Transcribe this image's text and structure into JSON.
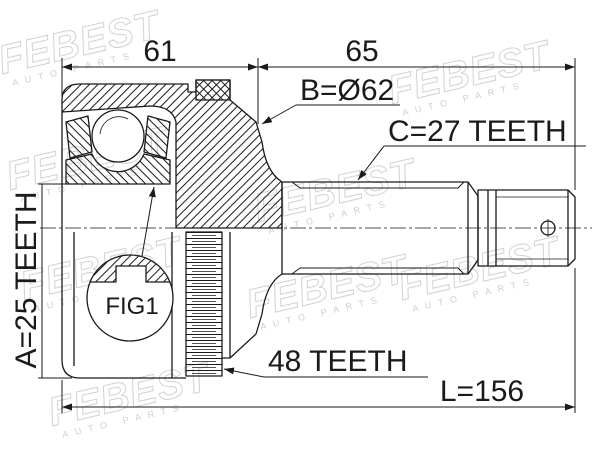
{
  "watermark": {
    "name": "FEBEST",
    "tagline": "AUTO PARTS"
  },
  "dimensions": {
    "section_1": "61",
    "section_2": "65",
    "overall_length": "L=156"
  },
  "labels": {
    "outer_diameter": "B=Ø62",
    "outer_spline_teeth": "C=27 TEETH",
    "inner_spline_teeth": "A=25 TEETH",
    "abs_ring_teeth": "48 TEETH",
    "detail_reference": "FIG1"
  },
  "colors": {
    "line": "#1a1a1a",
    "watermark": "#d2d2d2",
    "background": "#ffffff"
  }
}
